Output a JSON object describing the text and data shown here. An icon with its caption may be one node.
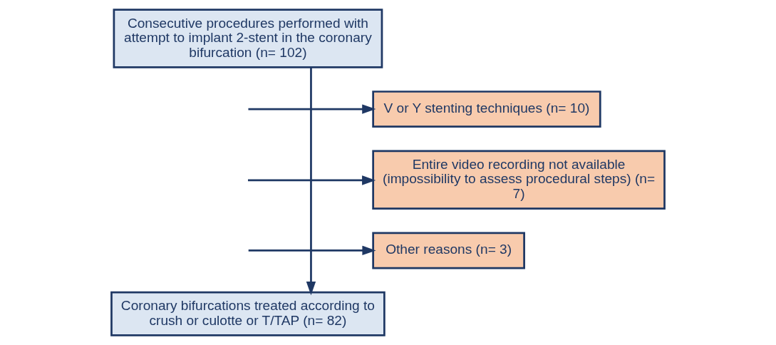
{
  "diagram": {
    "nodes": [
      {
        "text": [
          "Consecutive procedures performed with attempt to implant 2-stent in the coronary bifurcation (n= 102)"
        ]
      },
      {
        "text": [
          "V or Y stenting techniques (n= 10)"
        ]
      },
      {
        "text": [
          "Entire video recording not available (impossibility to assess procedural steps) (n= 7)"
        ]
      },
      {
        "text": [
          "Other reasons (n= 3)"
        ]
      },
      {
        "text": [
          "Coronary bifurcations treated according to crush or culotte or T/TAP (n= 82)"
        ]
      }
    ],
    "edges": [
      {
        "from": 0,
        "to": 4,
        "arrow": "to"
      },
      {
        "from": null,
        "to": 1,
        "arrow": "to"
      },
      {
        "from": null,
        "to": 2,
        "arrow": "to"
      },
      {
        "from": null,
        "to": 3,
        "arrow": "to"
      }
    ]
  }
}
